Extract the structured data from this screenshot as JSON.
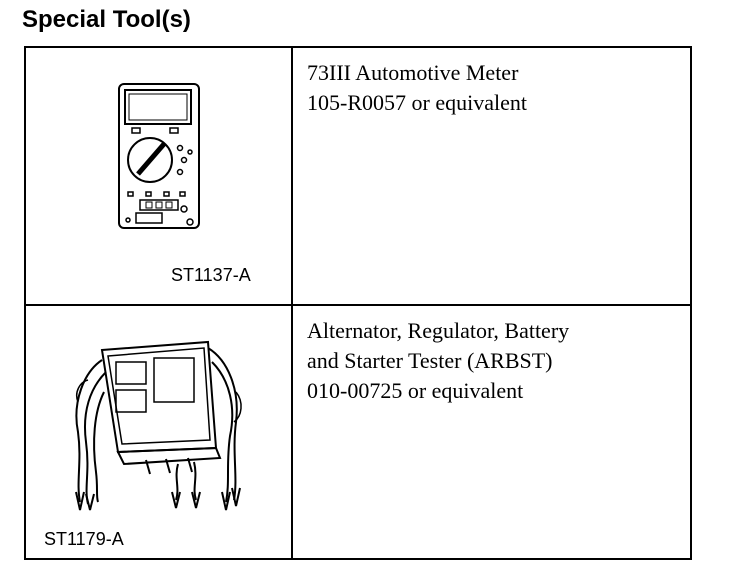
{
  "page": {
    "title": "Special Tool(s)"
  },
  "tools": [
    {
      "code": "ST1137-A",
      "illustration": "multimeter",
      "description_lines": [
        "73III Automotive Meter",
        "105-R0057 or equivalent"
      ]
    },
    {
      "code": "ST1179-A",
      "illustration": "battery-starter-tester",
      "description_lines": [
        "Alternator, Regulator, Battery",
        "and Starter Tester (ARBST)",
        "010-00725 or equivalent"
      ]
    }
  ]
}
